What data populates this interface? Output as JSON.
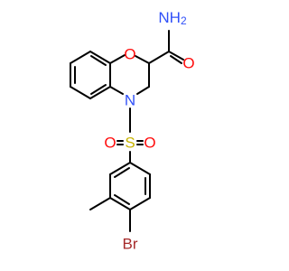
{
  "molecule": {
    "atoms": {
      "oxygen_ring": {
        "text": "O",
        "color": "#FF0D0D"
      },
      "nitrogen_ring": {
        "text": "N",
        "color": "#3050F8"
      },
      "amide_nitrogen": {
        "text": "NH",
        "subscript": "2",
        "color": "#3050F8"
      },
      "amide_oxygen": {
        "text": "O",
        "color": "#FF0D0D"
      },
      "sulfur": {
        "text": "S",
        "color": "#C8B400"
      },
      "sulfonyl_oxygen_left": {
        "text": "O",
        "color": "#FF0D0D"
      },
      "sulfonyl_oxygen_right": {
        "text": "O",
        "color": "#FF0D0D"
      },
      "bromine": {
        "text": "Br",
        "color": "#A62929"
      }
    },
    "bond_color": "#000000"
  }
}
